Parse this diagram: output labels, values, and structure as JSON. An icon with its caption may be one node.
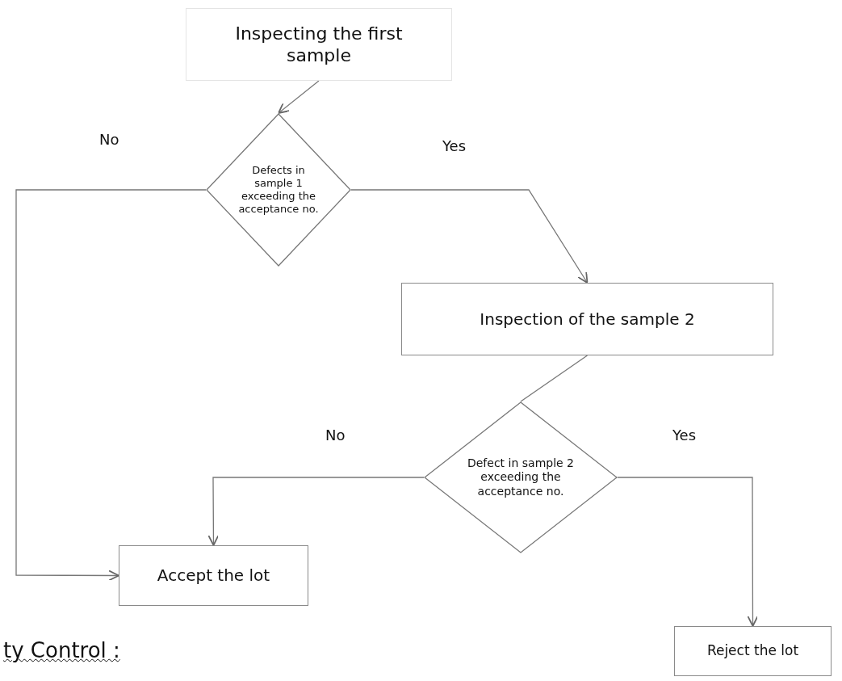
{
  "diagram": {
    "nodes": [
      {
        "text": [
          "Inspecting the first sample"
        ]
      },
      {
        "text": [
          "Defects in sample 1 exceeding the acceptance no."
        ]
      },
      {
        "text": [
          "Inspection of the sample 2"
        ]
      },
      {
        "text": [
          "Defect in sample 2 exceeding the acceptance no."
        ]
      },
      {
        "text": [
          "Accept the lot"
        ]
      },
      {
        "text": [
          "Reject the lot"
        ]
      }
    ],
    "edges": [
      {
        "from": 0,
        "to": 1,
        "arrow": "to"
      },
      {
        "from": 1,
        "to": 4,
        "arrow": "to",
        "label": "No"
      },
      {
        "from": 1,
        "to": 2,
        "arrow": "to",
        "label": "Yes"
      },
      {
        "from": 2,
        "to": 3,
        "arrow": "none"
      },
      {
        "from": 3,
        "to": 4,
        "arrow": "to",
        "label": "No"
      },
      {
        "from": 3,
        "to": 5,
        "arrow": "to",
        "label": "Yes"
      }
    ],
    "labels": [
      "ty Control :"
    ]
  }
}
